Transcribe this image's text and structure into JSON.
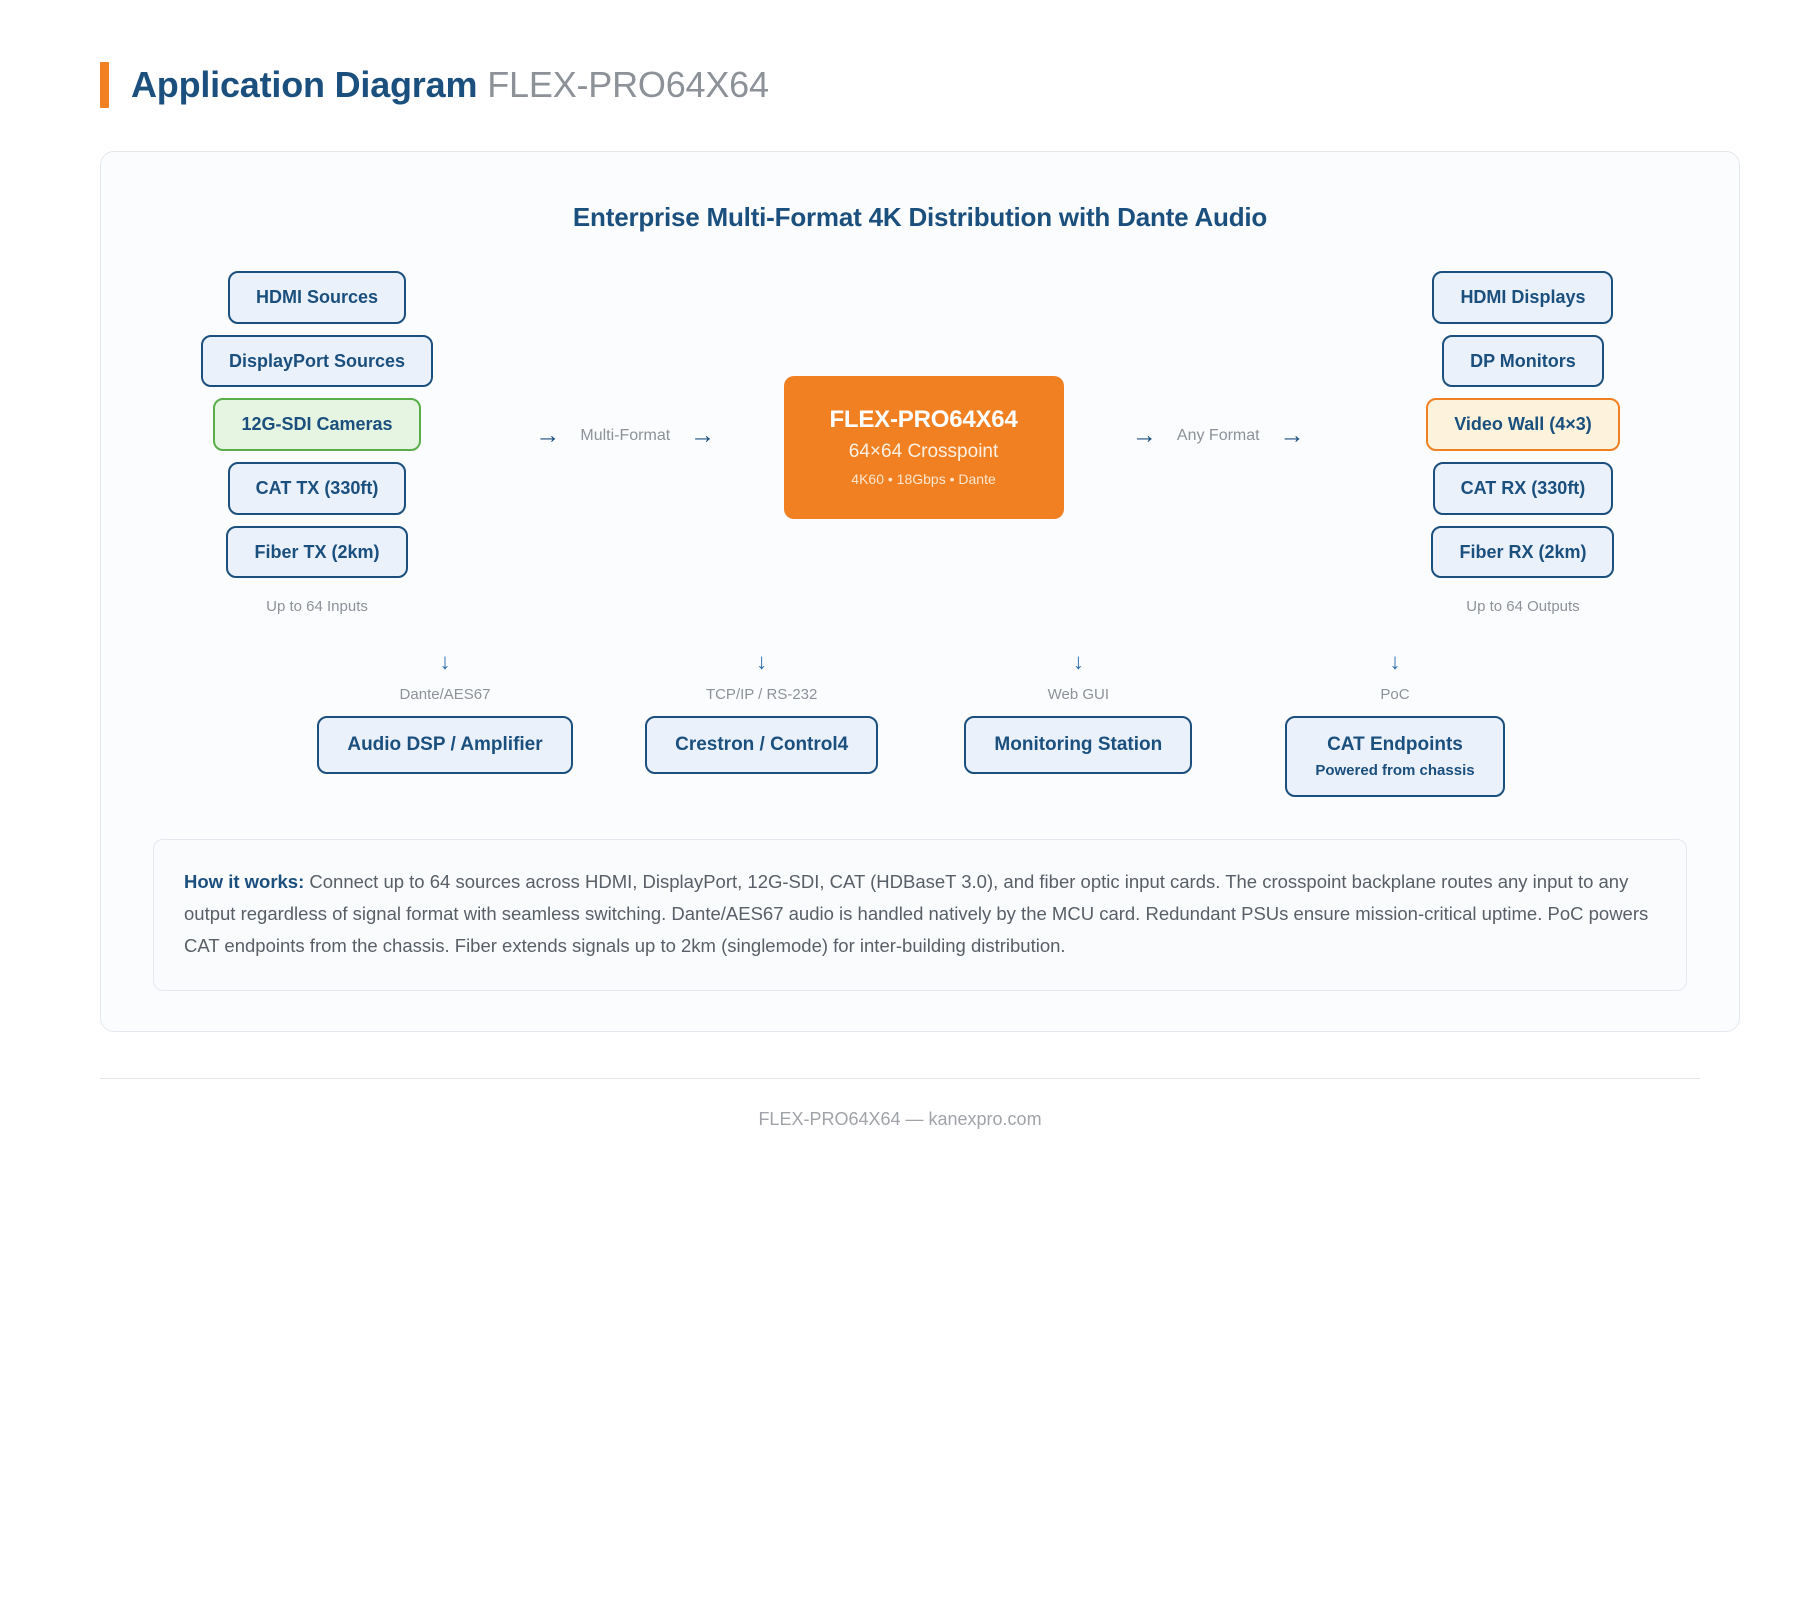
{
  "header": {
    "title": "Application Diagram",
    "model": "FLEX-PRO64X64",
    "accent_color": "#f08022"
  },
  "diagram": {
    "title": "Enterprise Multi-Format 4K Distribution with Dante Audio",
    "sources": {
      "caption": "Up to 64 Inputs",
      "items": [
        {
          "label": "HDMI Sources",
          "variant": "blue"
        },
        {
          "label": "DisplayPort Sources",
          "variant": "blue"
        },
        {
          "label": "12G-SDI Cameras",
          "variant": "green"
        },
        {
          "label": "CAT TX (330ft)",
          "variant": "blue"
        },
        {
          "label": "Fiber TX (2km)",
          "variant": "blue"
        }
      ]
    },
    "left_connector": {
      "label": "Multi-Format",
      "arrow_in": "→",
      "arrow_out": "→"
    },
    "hub": {
      "title": "FLEX-PRO64X64",
      "subtitle": "64×64 Crosspoint",
      "spec": "4K60 • 18Gbps • Dante",
      "color": "#f08022"
    },
    "right_connector": {
      "label": "Any Format",
      "arrow_in": "→",
      "arrow_out": "→"
    },
    "destinations": {
      "caption": "Up to 64 Outputs",
      "items": [
        {
          "label": "HDMI Displays",
          "variant": "blue"
        },
        {
          "label": "DP Monitors",
          "variant": "blue"
        },
        {
          "label": "Video Wall (4×3)",
          "variant": "amber"
        },
        {
          "label": "CAT RX (330ft)",
          "variant": "blue"
        },
        {
          "label": "Fiber RX (2km)",
          "variant": "blue"
        }
      ]
    },
    "peripherals": [
      {
        "arrow": "↓",
        "protocol": "Dante/AES67",
        "label": "Audio DSP / Amplifier",
        "sub": ""
      },
      {
        "arrow": "↓",
        "protocol": "TCP/IP / RS-232",
        "label": "Crestron / Control4",
        "sub": ""
      },
      {
        "arrow": "↓",
        "protocol": "Web GUI",
        "label": "Monitoring Station",
        "sub": ""
      },
      {
        "arrow": "↓",
        "protocol": "PoC",
        "label": "CAT Endpoints",
        "sub": "Powered from chassis"
      }
    ]
  },
  "how_it_works": {
    "heading": "How it works:",
    "body": " Connect up to 64 sources across HDMI, DisplayPort, 12G-SDI, CAT (HDBaseT 3.0), and fiber optic input cards. The crosspoint backplane routes any input to any output regardless of signal format with seamless switching. Dante/AES67 audio is handled natively by the MCU card. Redundant PSUs ensure mission-critical uptime. PoC powers CAT endpoints from the chassis. Fiber extends signals up to 2km (singlemode) for inter-building distribution."
  },
  "footer": {
    "text": "FLEX-PRO64X64 — kanexpro.com"
  }
}
